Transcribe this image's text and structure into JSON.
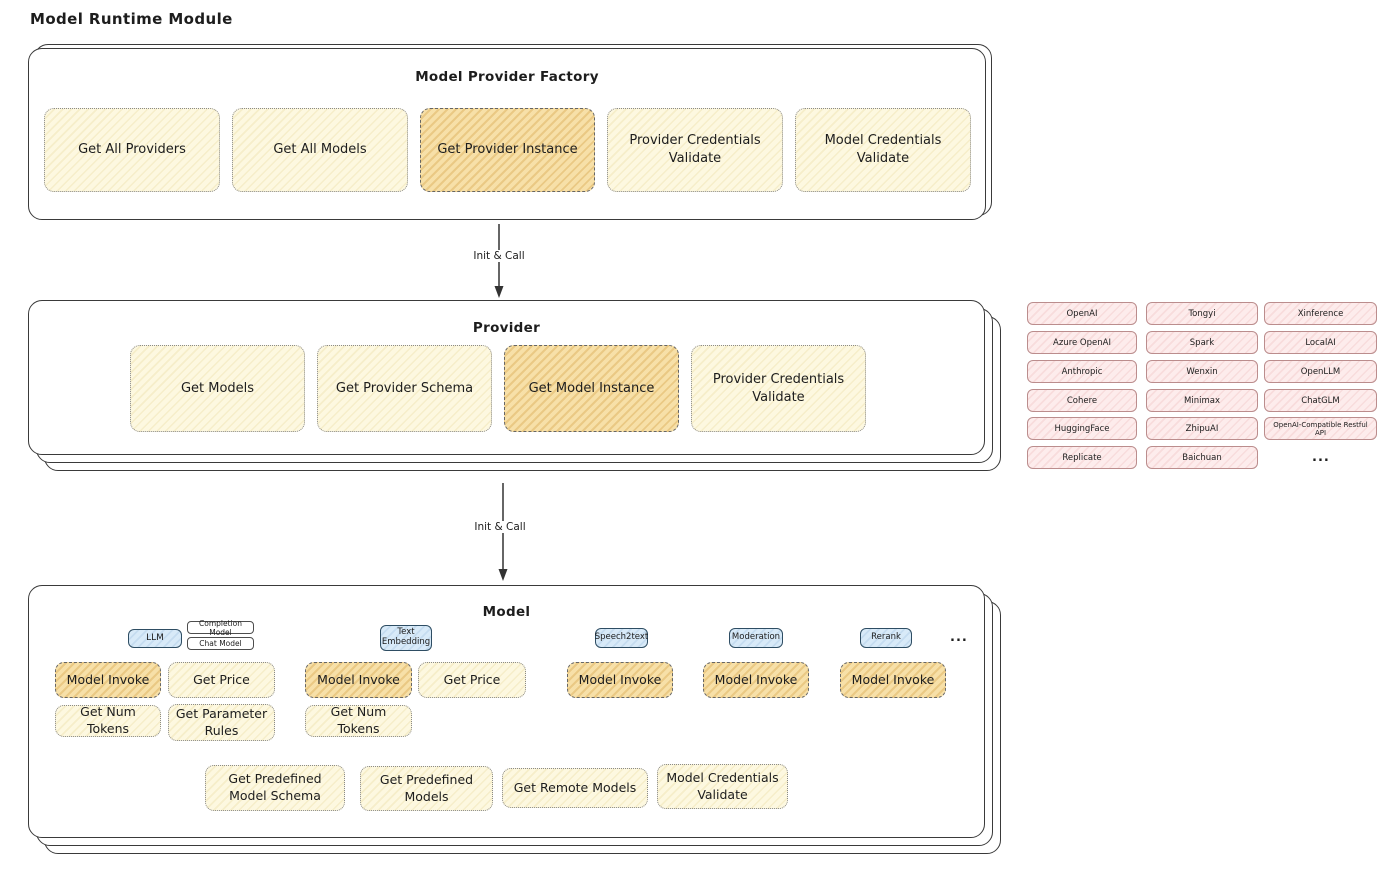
{
  "page_title": "Model Runtime Module",
  "colors": {
    "yellow_fill": "#fdf8e0",
    "orange_fill": "#f7e0a8",
    "pink_fill": "#fdecec",
    "blue_fill": "#d8eaf8",
    "stroke": "#3a3a3a"
  },
  "factory": {
    "title": "Model Provider Factory",
    "boxes": [
      "Get All Providers",
      "Get All Models",
      "Get Provider Instance",
      "Provider Credentials Validate",
      "Model Credentials Validate"
    ]
  },
  "arrows": {
    "init_call_1": "Init & Call",
    "init_call_2": "Init & Call"
  },
  "provider": {
    "title": "Provider",
    "boxes": [
      "Get Models",
      "Get Provider Schema",
      "Get Model Instance",
      "Provider Credentials Validate"
    ]
  },
  "provider_list": {
    "col1": [
      "OpenAI",
      "Azure OpenAI",
      "Anthropic",
      "Cohere",
      "HuggingFace",
      "Replicate"
    ],
    "col2": [
      "Tongyi",
      "Spark",
      "Wenxin",
      "Minimax",
      "ZhipuAI",
      "Baichuan"
    ],
    "col3": [
      "Xinference",
      "LocalAI",
      "OpenLLM",
      "ChatGLM",
      "OpenAI-Compatible Restful API"
    ],
    "ellipsis": "..."
  },
  "model": {
    "title": "Model",
    "types": {
      "llm": "LLM",
      "completion_model": "Completion Model",
      "chat_model": "Chat Model",
      "text_embedding": "Text Embedding",
      "speech2text": "Speech2text",
      "moderation": "Moderation",
      "rerank": "Rerank",
      "ellipsis": "..."
    },
    "llm": {
      "invoke": "Model Invoke",
      "get_price": "Get Price",
      "get_num_tokens": "Get Num Tokens",
      "get_parameter_rules": "Get Parameter Rules"
    },
    "text_embedding": {
      "invoke": "Model Invoke",
      "get_price": "Get Price",
      "get_num_tokens": "Get Num Tokens"
    },
    "speech2text": {
      "invoke": "Model Invoke"
    },
    "moderation": {
      "invoke": "Model Invoke"
    },
    "rerank": {
      "invoke": "Model Invoke"
    },
    "common": [
      "Get Predefined Model Schema",
      "Get Predefined Models",
      "Get Remote Models",
      "Model Credentials Validate"
    ]
  }
}
